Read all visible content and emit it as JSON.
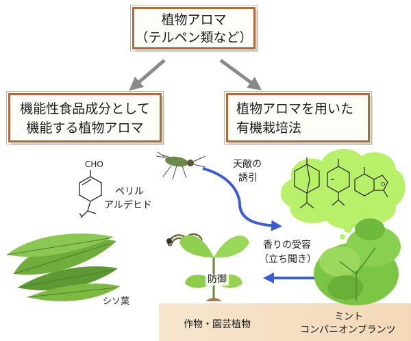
{
  "top_box": {
    "line1": "植物アロマ",
    "line2": "（テルペン類など）"
  },
  "left_box": {
    "line1": "機能性食品成分として",
    "line2": "機能する植物アロマ"
  },
  "right_box": {
    "line1": "植物アロマを用いた",
    "line2": "有機栽培法"
  },
  "labels": {
    "cho": "CHO",
    "perillaldehyde_1": "ペリル",
    "perillaldehyde_2": "アルデヒド",
    "shiso": "シソ葉",
    "attract_1": "天敵の",
    "attract_2": "誘引",
    "aroma_1": "香りの受容",
    "aroma_2": "（立ち聞き）",
    "defense": "防御",
    "crops": "作物・園芸植物",
    "mint": "ミント",
    "companion": "コンパニオンプランツ"
  },
  "colors": {
    "box_border": "#b06a3b",
    "arrow_gray": "#8a8a8a",
    "arrow_blue": "#3b5bd9",
    "bubble": "#b8f06a",
    "band": "#f5e0c3"
  },
  "icons": [
    "gray-down-left-arrow-icon",
    "gray-down-right-arrow-icon",
    "blue-curved-arrow-icon",
    "blue-left-arrow-icon",
    "insect-icon",
    "caterpillar-icon",
    "shiso-leaves-icon",
    "crop-plant-icon",
    "mint-plant-icon",
    "thought-bubble-icon",
    "molecule-icon"
  ]
}
